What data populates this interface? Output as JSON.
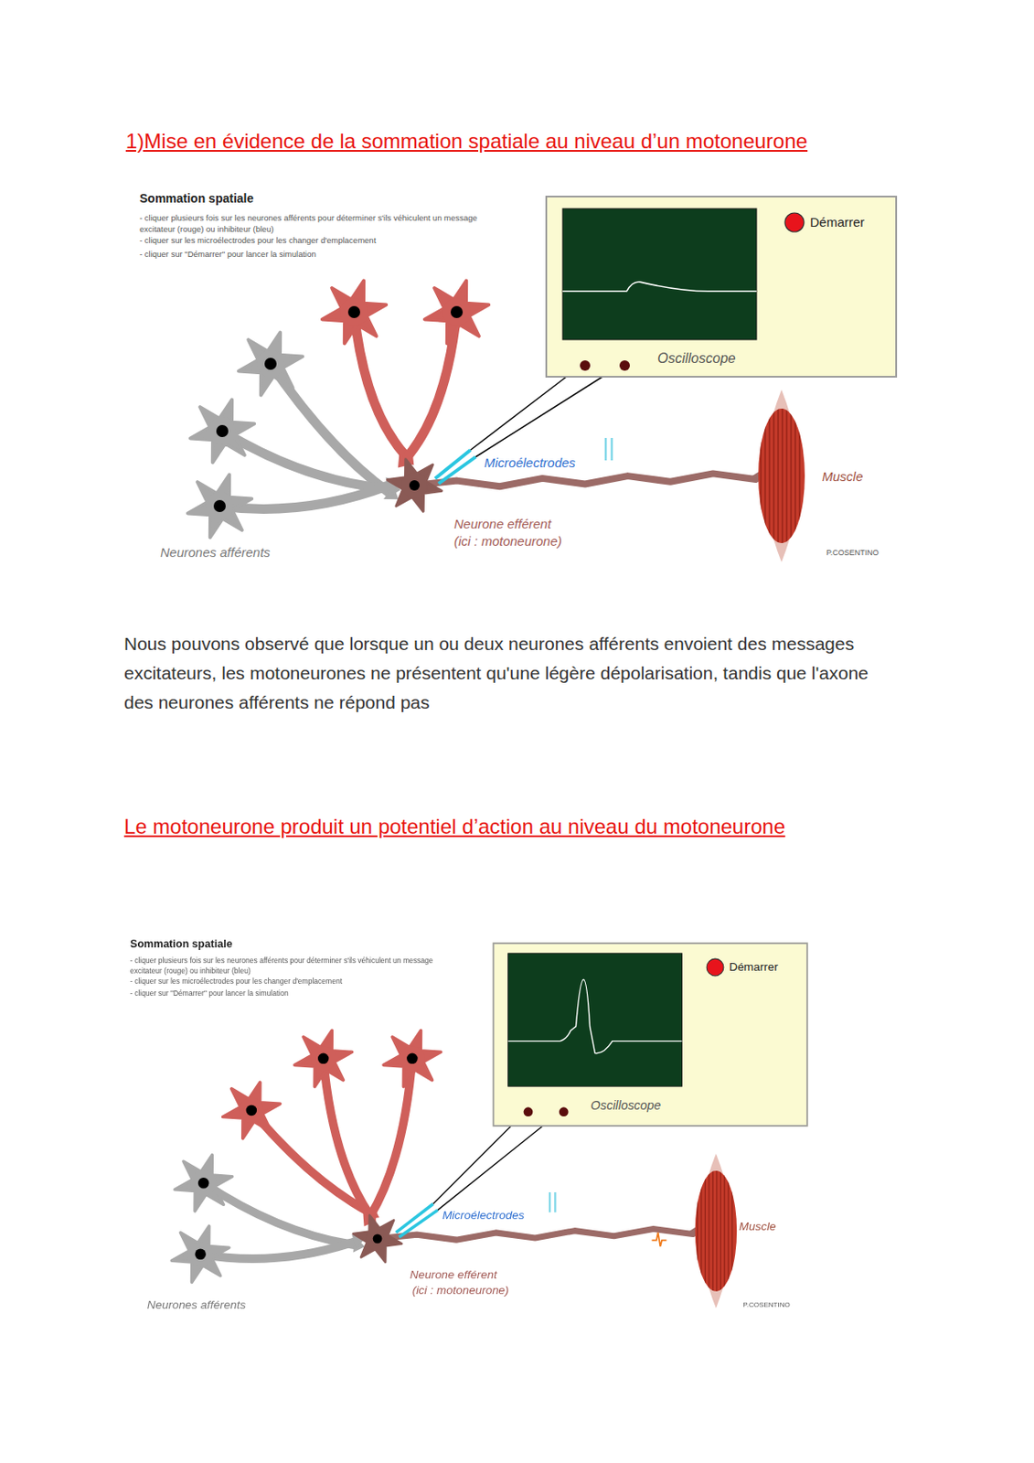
{
  "diagram": {
    "title": "1)Mise en évidence de la sommation spatiale au niveau d’un motoneurone",
    "nodes": [
      {
        "text": [
          "Démarrer",
          "Oscilloscope"
        ]
      },
      {
        "text": [
          "Démarrer",
          "Oscilloscope"
        ]
      }
    ],
    "labels": [
      "Sommation spatiale",
      "- cliquer plusieurs fois sur les neurones afférents pour déterminer s'ils véhiculent un message excitateur (rouge) ou inhibiteur (bleu)",
      "- cliquer sur les microélectrodes pour les changer d'emplacement",
      "- cliquer sur \"Démarrer\" pour lancer la simulation",
      "Microélectrodes",
      "Muscle",
      "Neurone efférent",
      "(ici : motoneurone)",
      "Neurones afférents",
      "P.COSENTINO",
      "Nous pouvons observé que lorsque un ou deux neurones afférents envoient des messages excitateurs, les motoneurones ne présentent qu'une légère dépolarisation, tandis que  l'axone des neurones afférents ne répond pas",
      "Le motoneurone produit un potentiel d’action au niveau du motoneurone",
      "Sommation spatiale",
      "- cliquer plusieurs fois sur les neurones afférents pour déterminer s'ils véhiculent un message excitateur (rouge) ou inhibiteur (bleu)",
      "- cliquer sur les microélectrodes pour les changer d'emplacement",
      "- cliquer sur \"Démarrer\" pour lancer la simulation",
      "Microélectrodes",
      "Muscle",
      "Neurone efférent",
      "(ici : motoneurone)",
      "Neurones afférents",
      "P.COSENTINO"
    ]
  }
}
